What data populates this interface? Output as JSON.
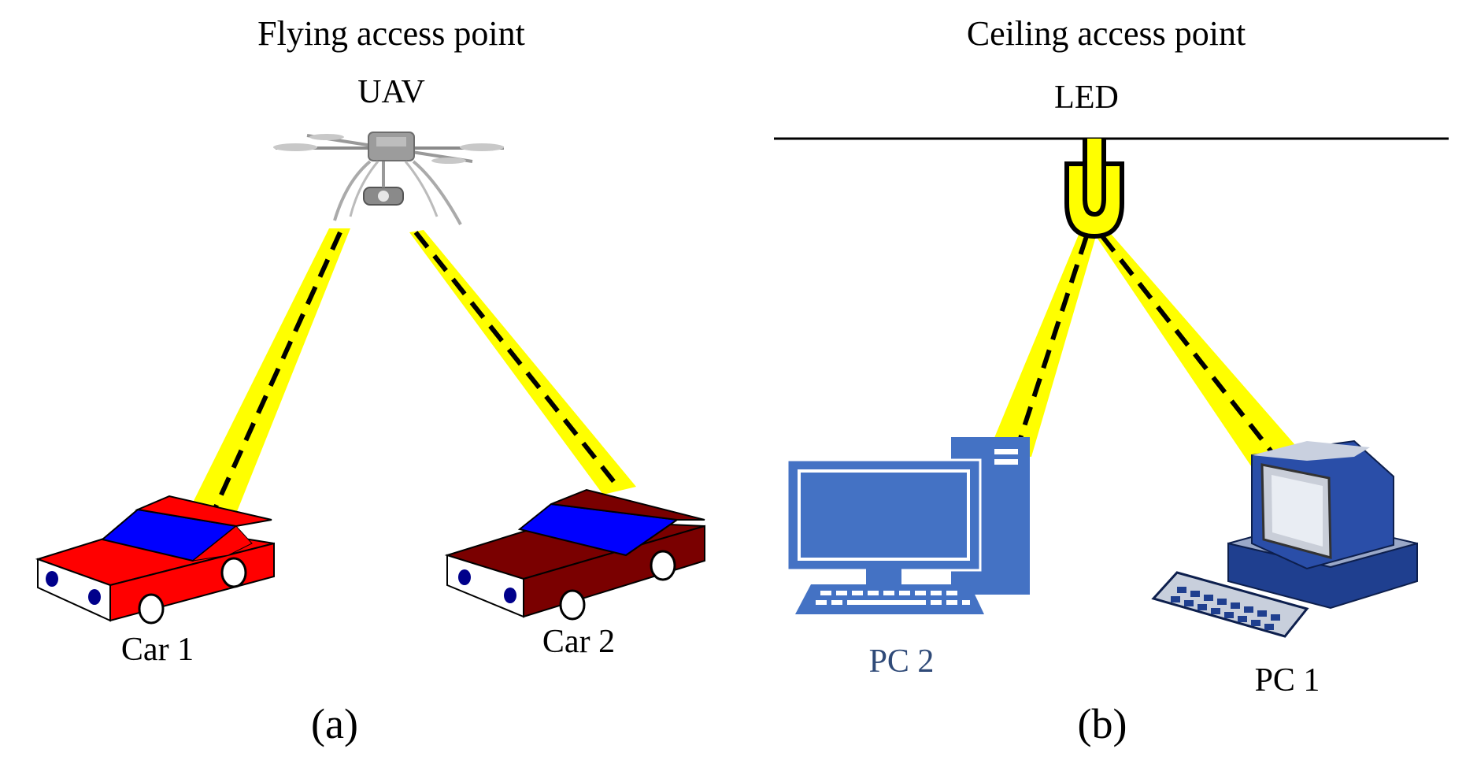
{
  "panel_a": {
    "title": "Flying access point",
    "device_label": "UAV",
    "car1_label": "Car 1",
    "car2_label": "Car 2",
    "caption": "(a)"
  },
  "panel_b": {
    "title": "Ceiling access point",
    "device_label": "LED",
    "pc2_label": "PC 2",
    "pc1_label": "PC 1",
    "caption": "(b)"
  },
  "colors": {
    "beam": "#ffff00",
    "car1_body": "#ff0000",
    "car2_body": "#7a0000",
    "window": "#0000ff",
    "pc2_blue": "#4472c4",
    "pc1_blue": "#1f3f8f",
    "led_fill": "#ffff00",
    "label_blue": "#2f4a78"
  }
}
